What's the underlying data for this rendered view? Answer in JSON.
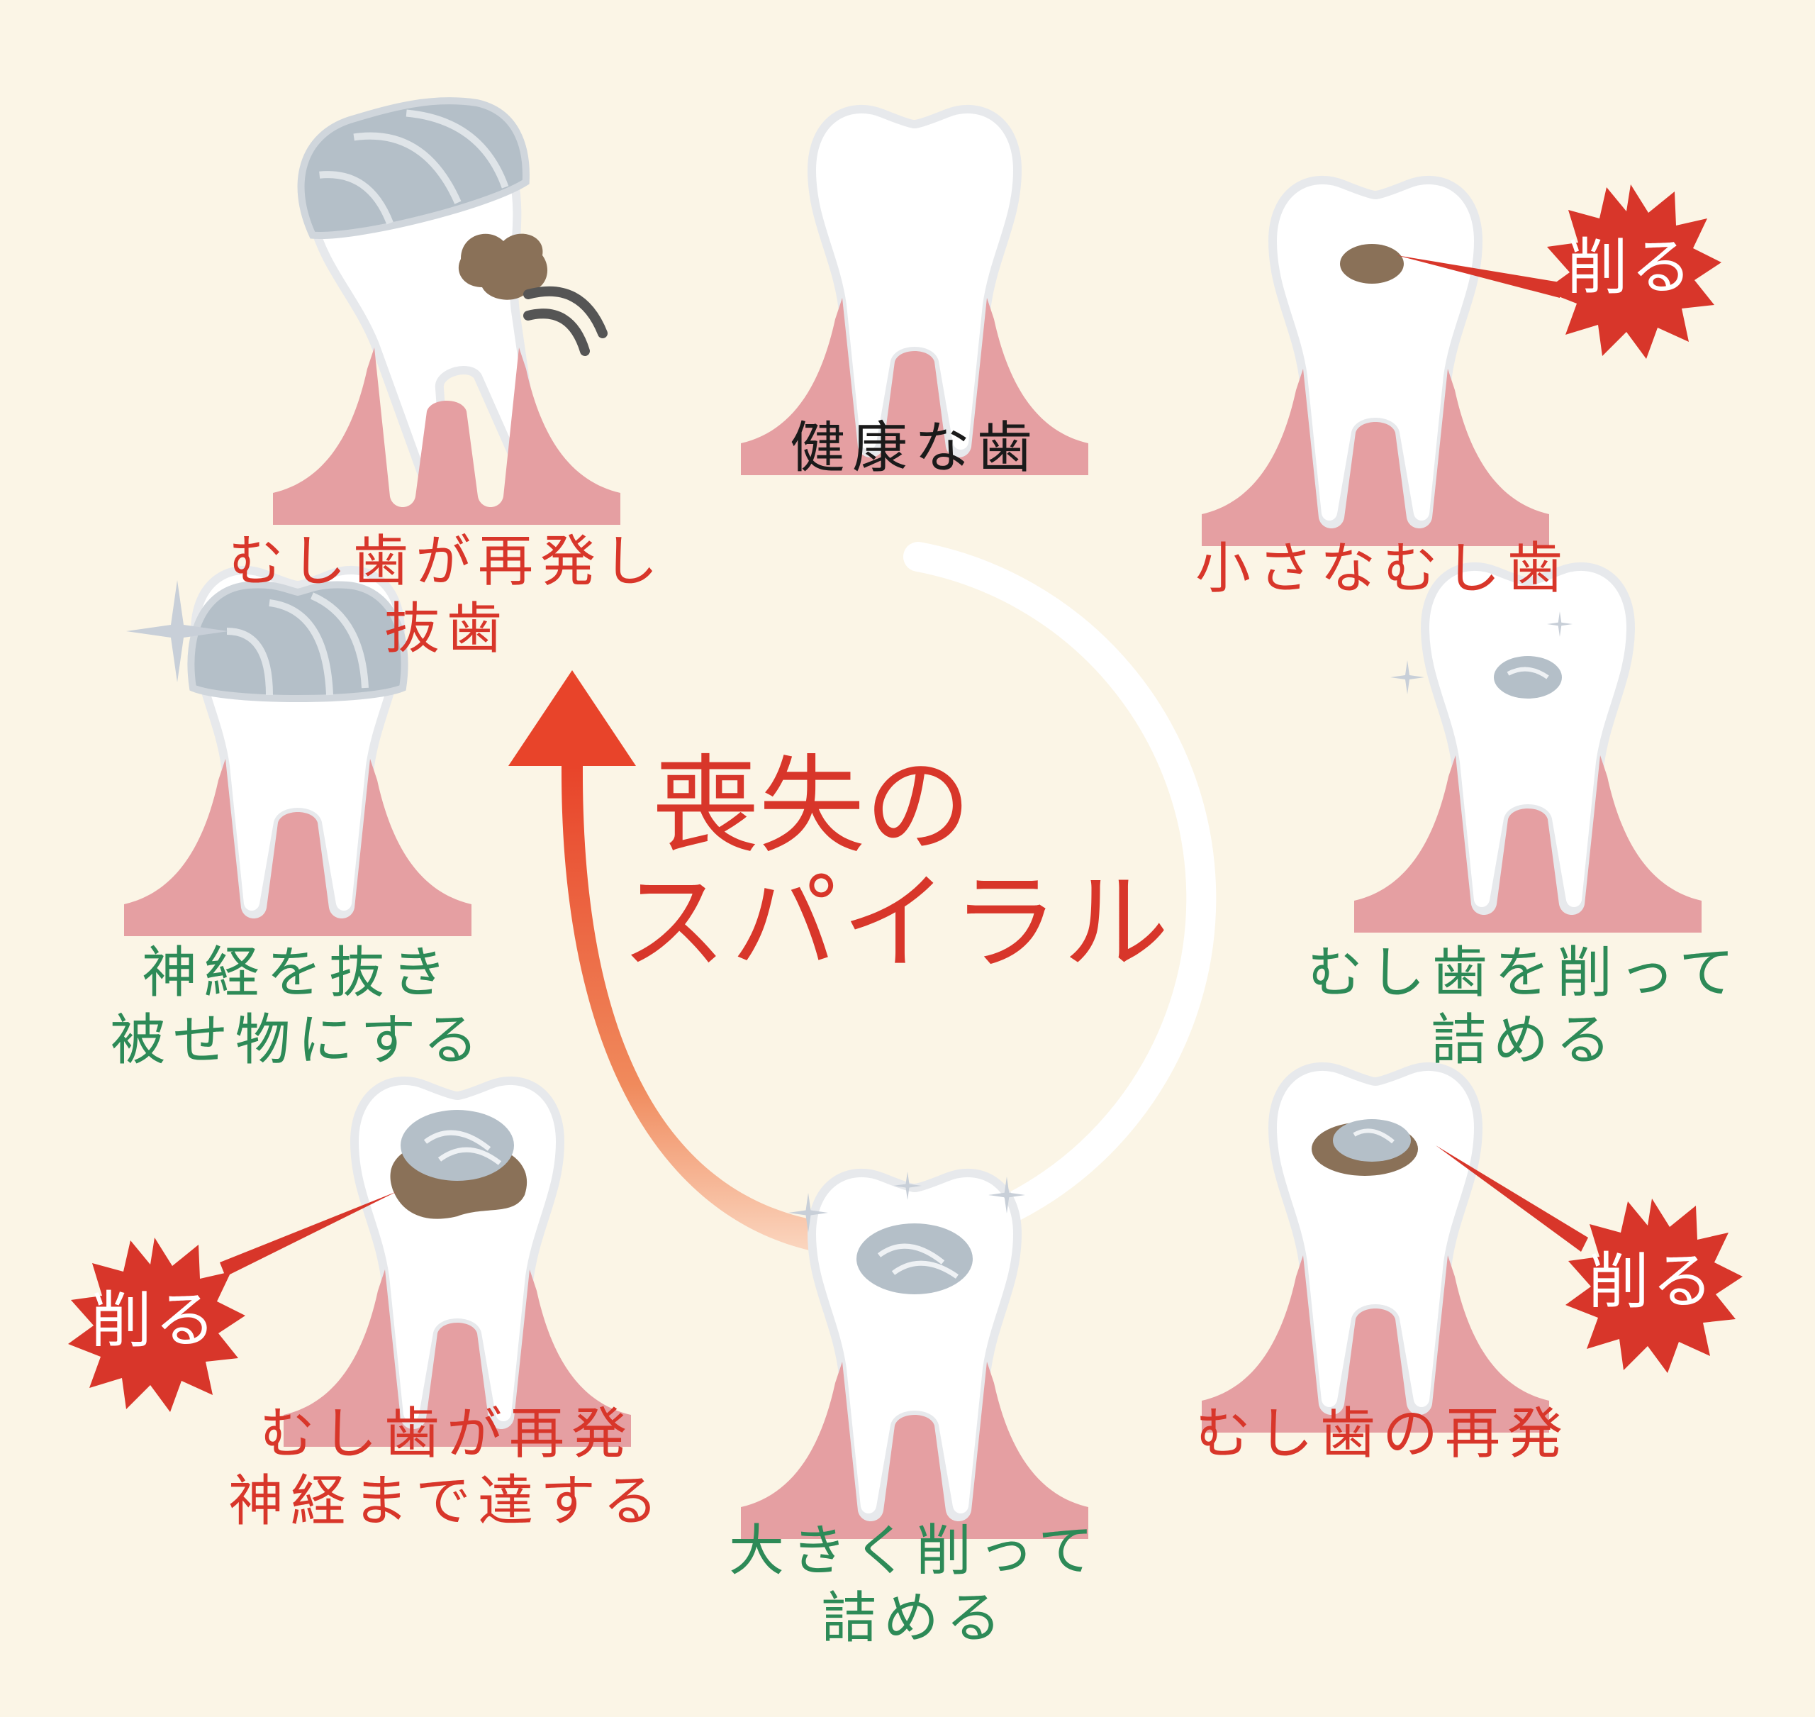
{
  "title": {
    "line1": "喪失の",
    "line2": "スパイラル"
  },
  "cut_label": "削る",
  "stages": {
    "healthy": "健康な歯",
    "small_cavity": "小さなむし歯",
    "cut_fill_1": "むし歯を削って",
    "cut_fill_2": "詰める",
    "recurrence": "むし歯の再発",
    "big_cut_1": "大きく削って",
    "big_cut_2": "詰める",
    "nerve_1": "むし歯が再発",
    "nerve_2": "神経まで達する",
    "crown_1": "神経を抜き",
    "crown_2": "被せ物にする",
    "extract_1": "むし歯が再発し",
    "extract_2": "抜歯"
  },
  "colors": {
    "background": "#fbf5e6",
    "red_text": "#d8362a",
    "green_text": "#2d8a57",
    "gum": "#e59fa2",
    "burst": "#d8362a",
    "decay": "#8a7158",
    "metal": "#b4bfc8"
  }
}
